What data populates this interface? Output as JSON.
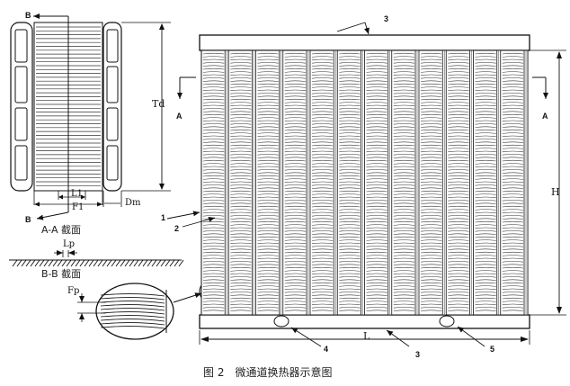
{
  "figure": {
    "caption": "图 2　微通道换热器示意图",
    "section_aa": {
      "title": "A-A 截面",
      "dim_height": "Td",
      "dim_louver_pitch": "L1",
      "dim_fin_length": "F1",
      "dim_tube_minor": "Dm",
      "cut_marker_top": "B",
      "cut_marker_bottom": "B"
    },
    "section_bb": {
      "title": "B-B 截面",
      "dim_louver_pitch": "Lp"
    },
    "detail": {
      "dim_fin_pitch": "Fp"
    },
    "main_view": {
      "dim_height": "H",
      "dim_length": "L",
      "cut_marker_left": "A",
      "cut_marker_right": "A",
      "callouts": [
        "1",
        "2",
        "3",
        "3",
        "4",
        "5"
      ]
    }
  }
}
